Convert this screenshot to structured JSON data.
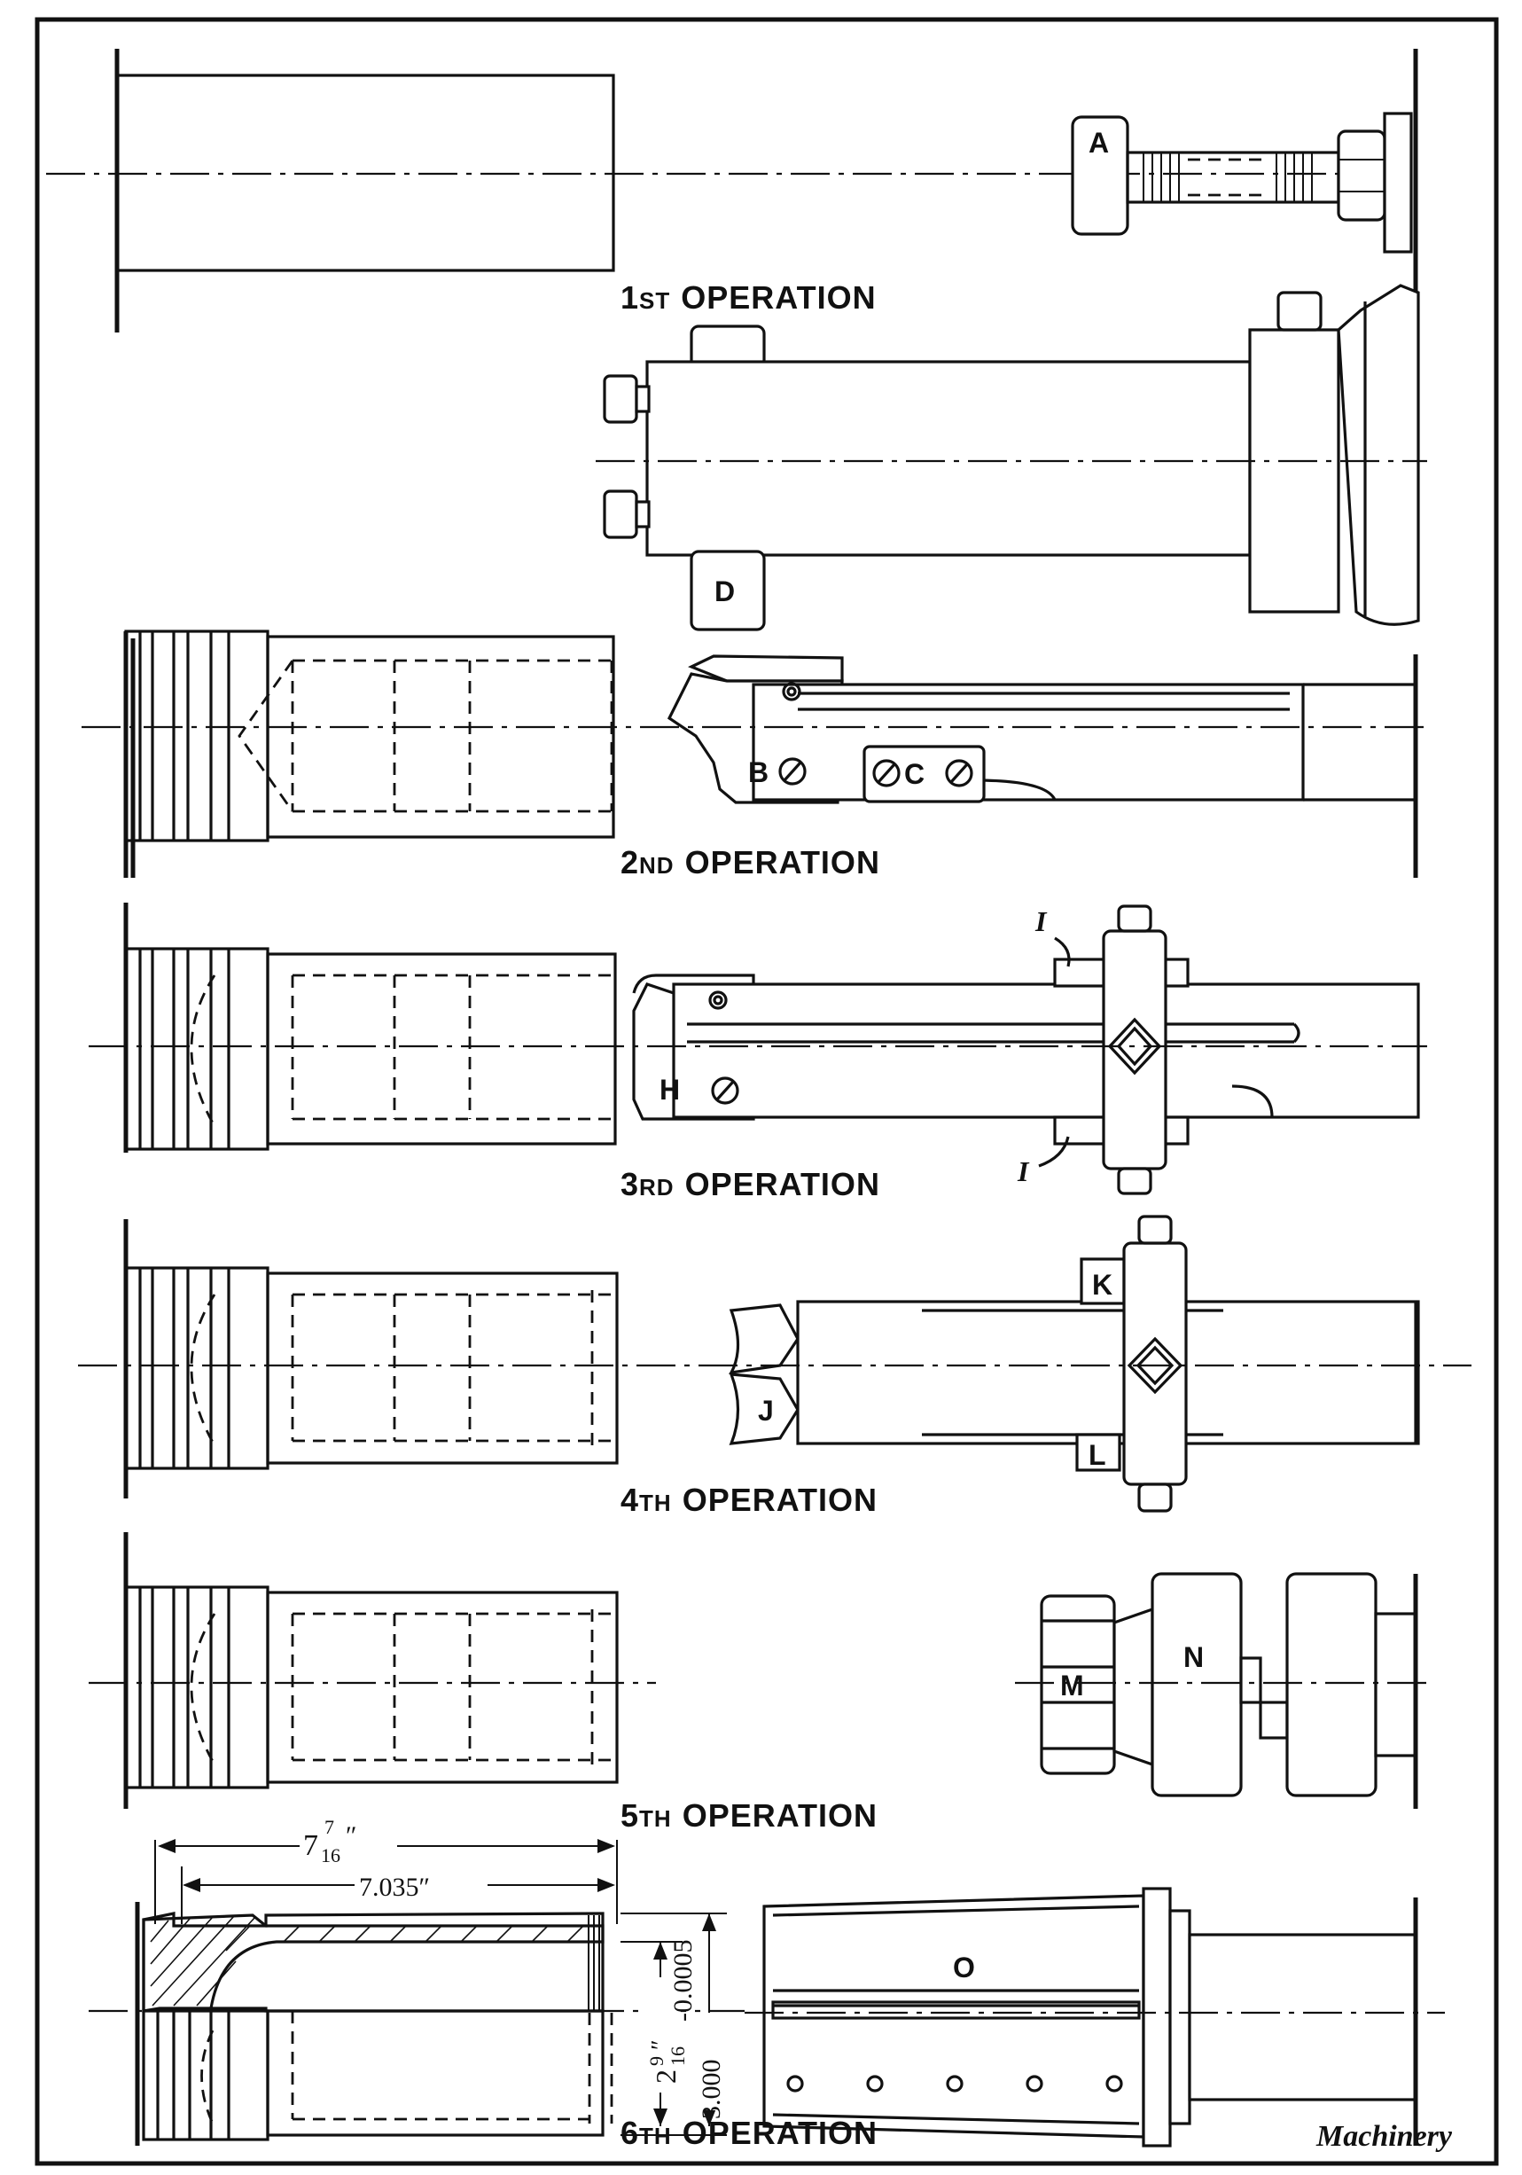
{
  "operations": [
    {
      "num": "1",
      "suffix": "ST",
      "word": "OPERATION"
    },
    {
      "num": "2",
      "suffix": "ND",
      "word": "OPERATION"
    },
    {
      "num": "3",
      "suffix": "RD",
      "word": "OPERATION"
    },
    {
      "num": "4",
      "suffix": "TH",
      "word": "OPERATION"
    },
    {
      "num": "5",
      "suffix": "TH",
      "word": "OPERATION"
    },
    {
      "num": "6",
      "suffix": "TH",
      "word": "OPERATION"
    }
  ],
  "letters": {
    "a": "A",
    "b": "B",
    "c": "C",
    "d": "D",
    "h": "H",
    "i": "I",
    "j": "J",
    "k": "K",
    "l": "L",
    "m": "M",
    "n": "N",
    "o": "O"
  },
  "dimensions": {
    "overall_whole": "7",
    "overall_num": "7",
    "overall_den": "16",
    "overall_mark": "″",
    "inner": "7.035",
    "inner_mark": "″",
    "dia_whole": "2",
    "dia_num": "9",
    "dia_den": "16",
    "dia_mark": "″",
    "dia_tol": "-0.0005",
    "bore": "3.000"
  },
  "credit": "Machinery"
}
